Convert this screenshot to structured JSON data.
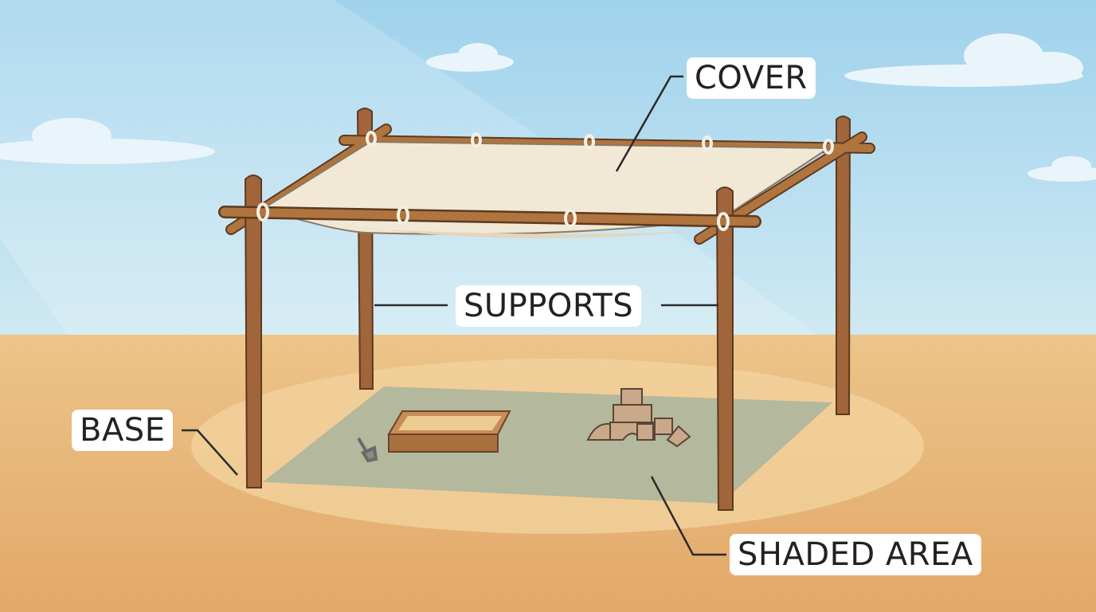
{
  "labels": {
    "cover": "COVER",
    "supports": "SUPPORTS",
    "base": "BASE",
    "shaded_area": "SHADED AREA"
  },
  "colors": {
    "sky": "#a8d6ee",
    "sand": "#e6b574",
    "wood": "#a0653a",
    "cover": "#f1e8d6",
    "shade": "#a9b49e"
  }
}
